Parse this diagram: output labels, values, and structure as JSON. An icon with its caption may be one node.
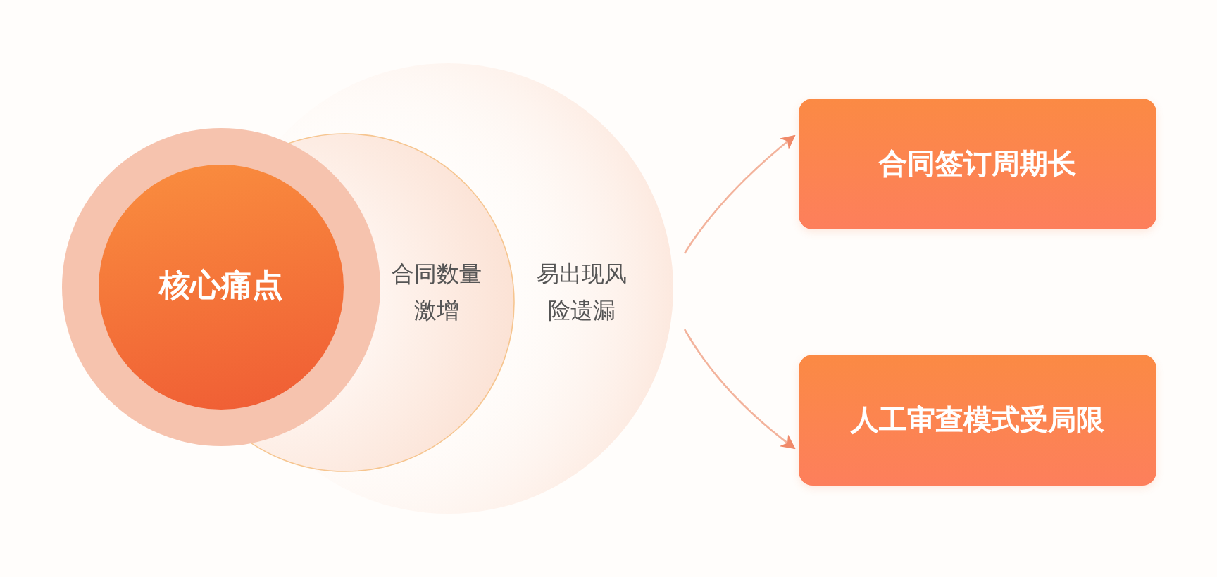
{
  "diagram": {
    "nodes": [
      {
        "text": [
          "易出现风险遗漏"
        ]
      },
      {
        "text": [
          "合同数量激增"
        ]
      },
      {
        "text": [
          "核心痛点"
        ]
      },
      {
        "text": [
          "合同签订周期长"
        ]
      },
      {
        "text": [
          "人工审查模式受局限"
        ]
      }
    ],
    "edges": [
      {
        "from": 0,
        "to": 3,
        "arrow": "to"
      },
      {
        "from": 0,
        "to": 4,
        "arrow": "to"
      }
    ]
  }
}
